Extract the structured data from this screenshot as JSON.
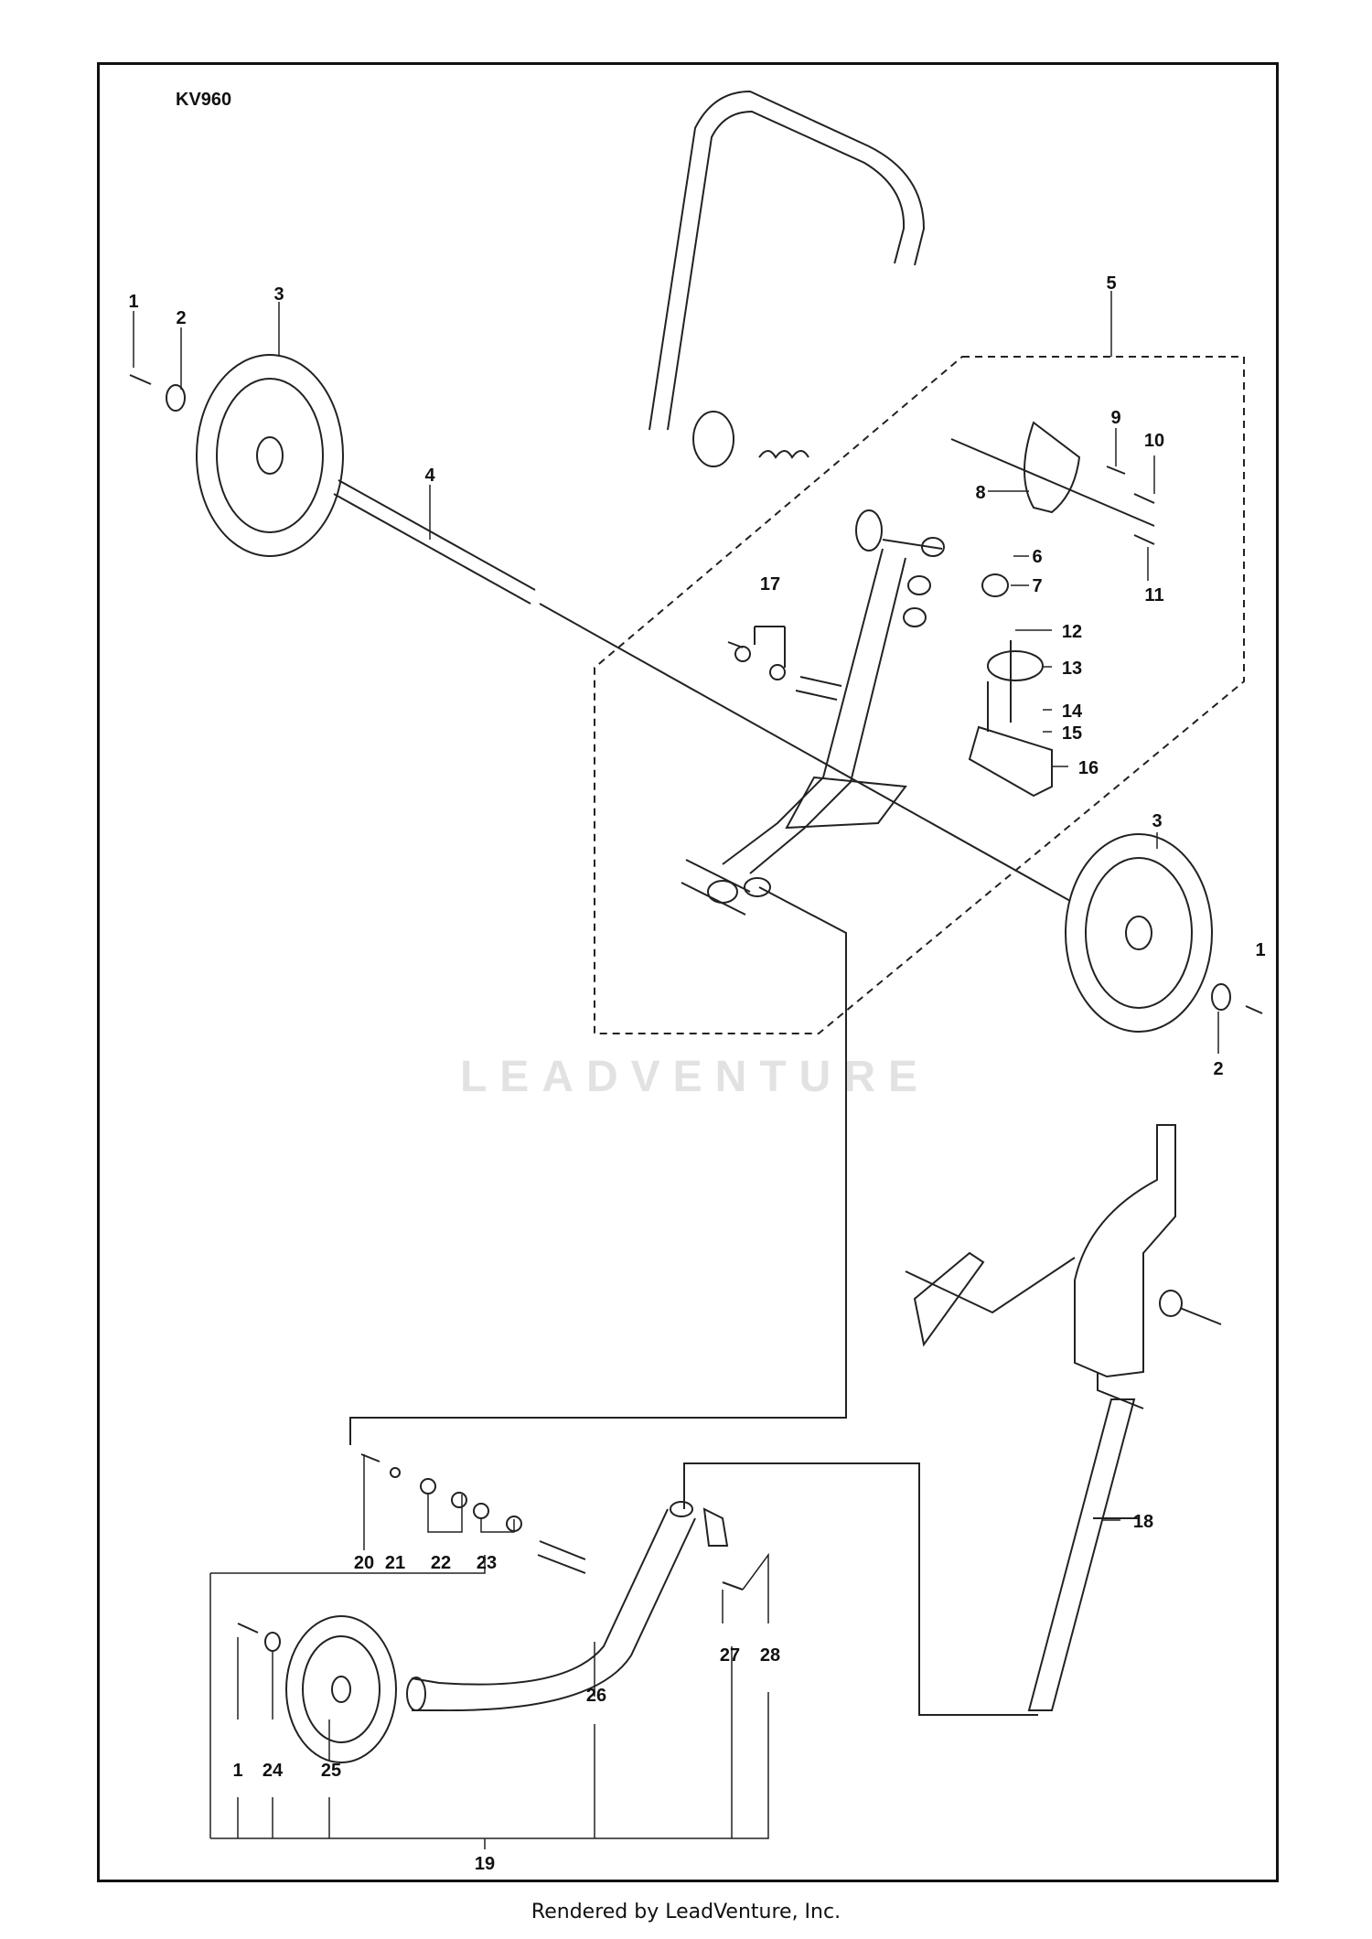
{
  "model": "KV960",
  "watermark": "LEADVENTURE",
  "footer": "Rendered by LeadVenture, Inc.",
  "callouts": {
    "c1a": "1",
    "c2a": "2",
    "c3a": "3",
    "c4": "4",
    "c5": "5",
    "c6": "6",
    "c7": "7",
    "c8": "8",
    "c9": "9",
    "c10": "10",
    "c11": "11",
    "c12": "12",
    "c13": "13",
    "c14": "14",
    "c15": "15",
    "c16": "16",
    "c17": "17",
    "c3b": "3",
    "c1b": "1",
    "c2b": "2",
    "c18": "18",
    "c20": "20",
    "c21": "21",
    "c22": "22",
    "c23": "23",
    "c27": "27",
    "c28": "28",
    "c26": "26",
    "c1c": "1",
    "c24": "24",
    "c25": "25",
    "c19": "19"
  }
}
